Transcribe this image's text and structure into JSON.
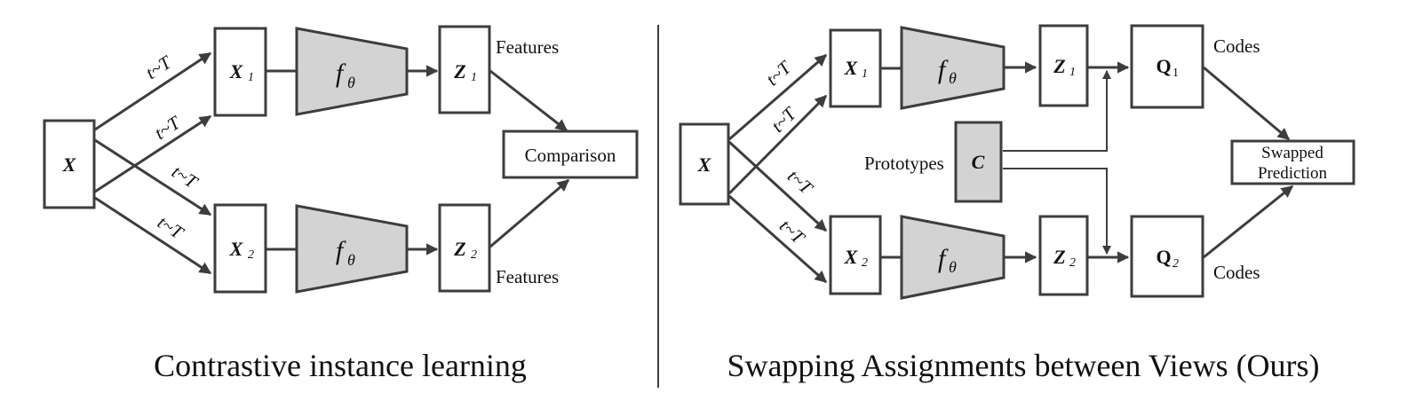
{
  "left_panel": {
    "caption": "Contrastive instance learning",
    "input_label": "X",
    "view1_label": "X",
    "view1_sub": "1",
    "view2_label": "X",
    "view2_sub": "2",
    "encoder_symbol": "f",
    "encoder_sub": "θ",
    "feat1_label": "Z",
    "feat1_sub": "1",
    "feat2_label": "Z",
    "feat2_sub": "2",
    "features_top": "Features",
    "features_bottom": "Features",
    "comparison": "Comparison",
    "augment": "t~T"
  },
  "right_panel": {
    "caption": "Swapping Assignments between Views (Ours)",
    "input_label": "X",
    "view1_label": "X",
    "view1_sub": "1",
    "view2_label": "X",
    "view2_sub": "2",
    "encoder_symbol": "f",
    "encoder_sub": "θ",
    "feat1_label": "Z",
    "feat1_sub": "1",
    "feat2_label": "Z",
    "feat2_sub": "2",
    "code1_label": "Q",
    "code1_sub": "1",
    "code2_label": "Q",
    "code2_sub": "2",
    "codes_top": "Codes",
    "codes_bottom": "Codes",
    "prototypes_label": "Prototypes",
    "prototypes_symbol": "C",
    "swapped_line1": "Swapped",
    "swapped_line2": "Prediction",
    "augment": "t~T"
  }
}
